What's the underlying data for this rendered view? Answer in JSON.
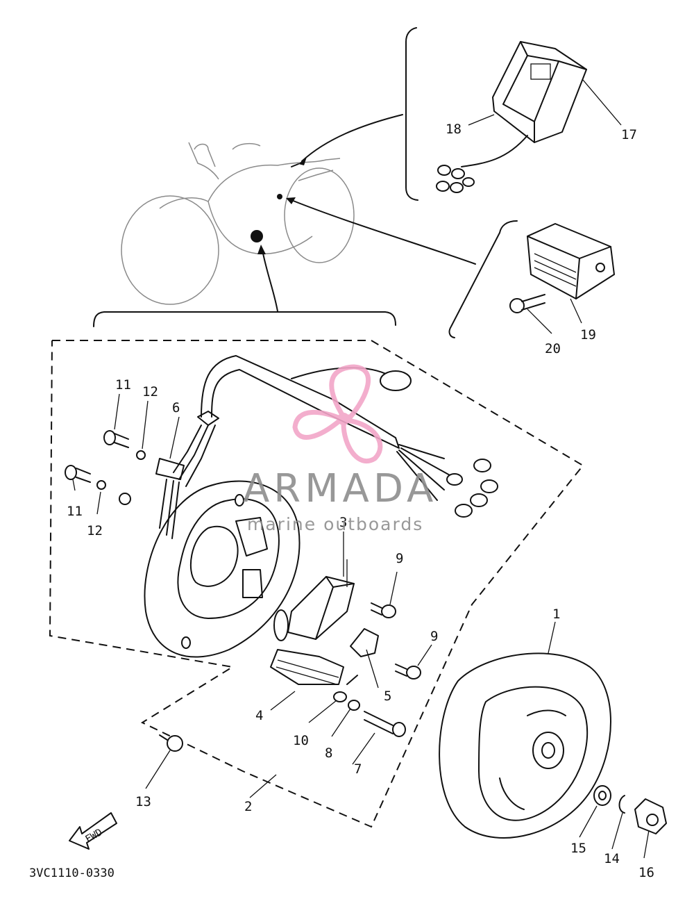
{
  "parts": [
    {
      "id": "1"
    },
    {
      "id": "2"
    },
    {
      "id": "3"
    },
    {
      "id": "4"
    },
    {
      "id": "5"
    },
    {
      "id": "6"
    },
    {
      "id": "7"
    },
    {
      "id": "8"
    },
    {
      "id": "9a",
      "label": "9"
    },
    {
      "id": "9b",
      "label": "9"
    },
    {
      "id": "10"
    },
    {
      "id": "11a",
      "label": "11"
    },
    {
      "id": "11b",
      "label": "11"
    },
    {
      "id": "12a",
      "label": "12"
    },
    {
      "id": "12b",
      "label": "12"
    },
    {
      "id": "13"
    },
    {
      "id": "14"
    },
    {
      "id": "15"
    },
    {
      "id": "16"
    },
    {
      "id": "17"
    },
    {
      "id": "18"
    },
    {
      "id": "19"
    },
    {
      "id": "20"
    }
  ],
  "labels": {
    "p1": "1",
    "p2": "2",
    "p3": "3",
    "p4": "4",
    "p5": "5",
    "p6": "6",
    "p7": "7",
    "p8": "8",
    "p9a": "9",
    "p9b": "9",
    "p10": "10",
    "p11a": "11",
    "p11b": "11",
    "p12a": "12",
    "p12b": "12",
    "p13": "13",
    "p14": "14",
    "p15": "15",
    "p16": "16",
    "p17": "17",
    "p18": "18",
    "p19": "19",
    "p20": "20"
  },
  "fwd_label": "FWD",
  "diagram_code": "3VC1110-0330",
  "watermark": {
    "brand": "ARMADA",
    "tagline": "marine outboards",
    "accent": "#f2a6c8"
  }
}
